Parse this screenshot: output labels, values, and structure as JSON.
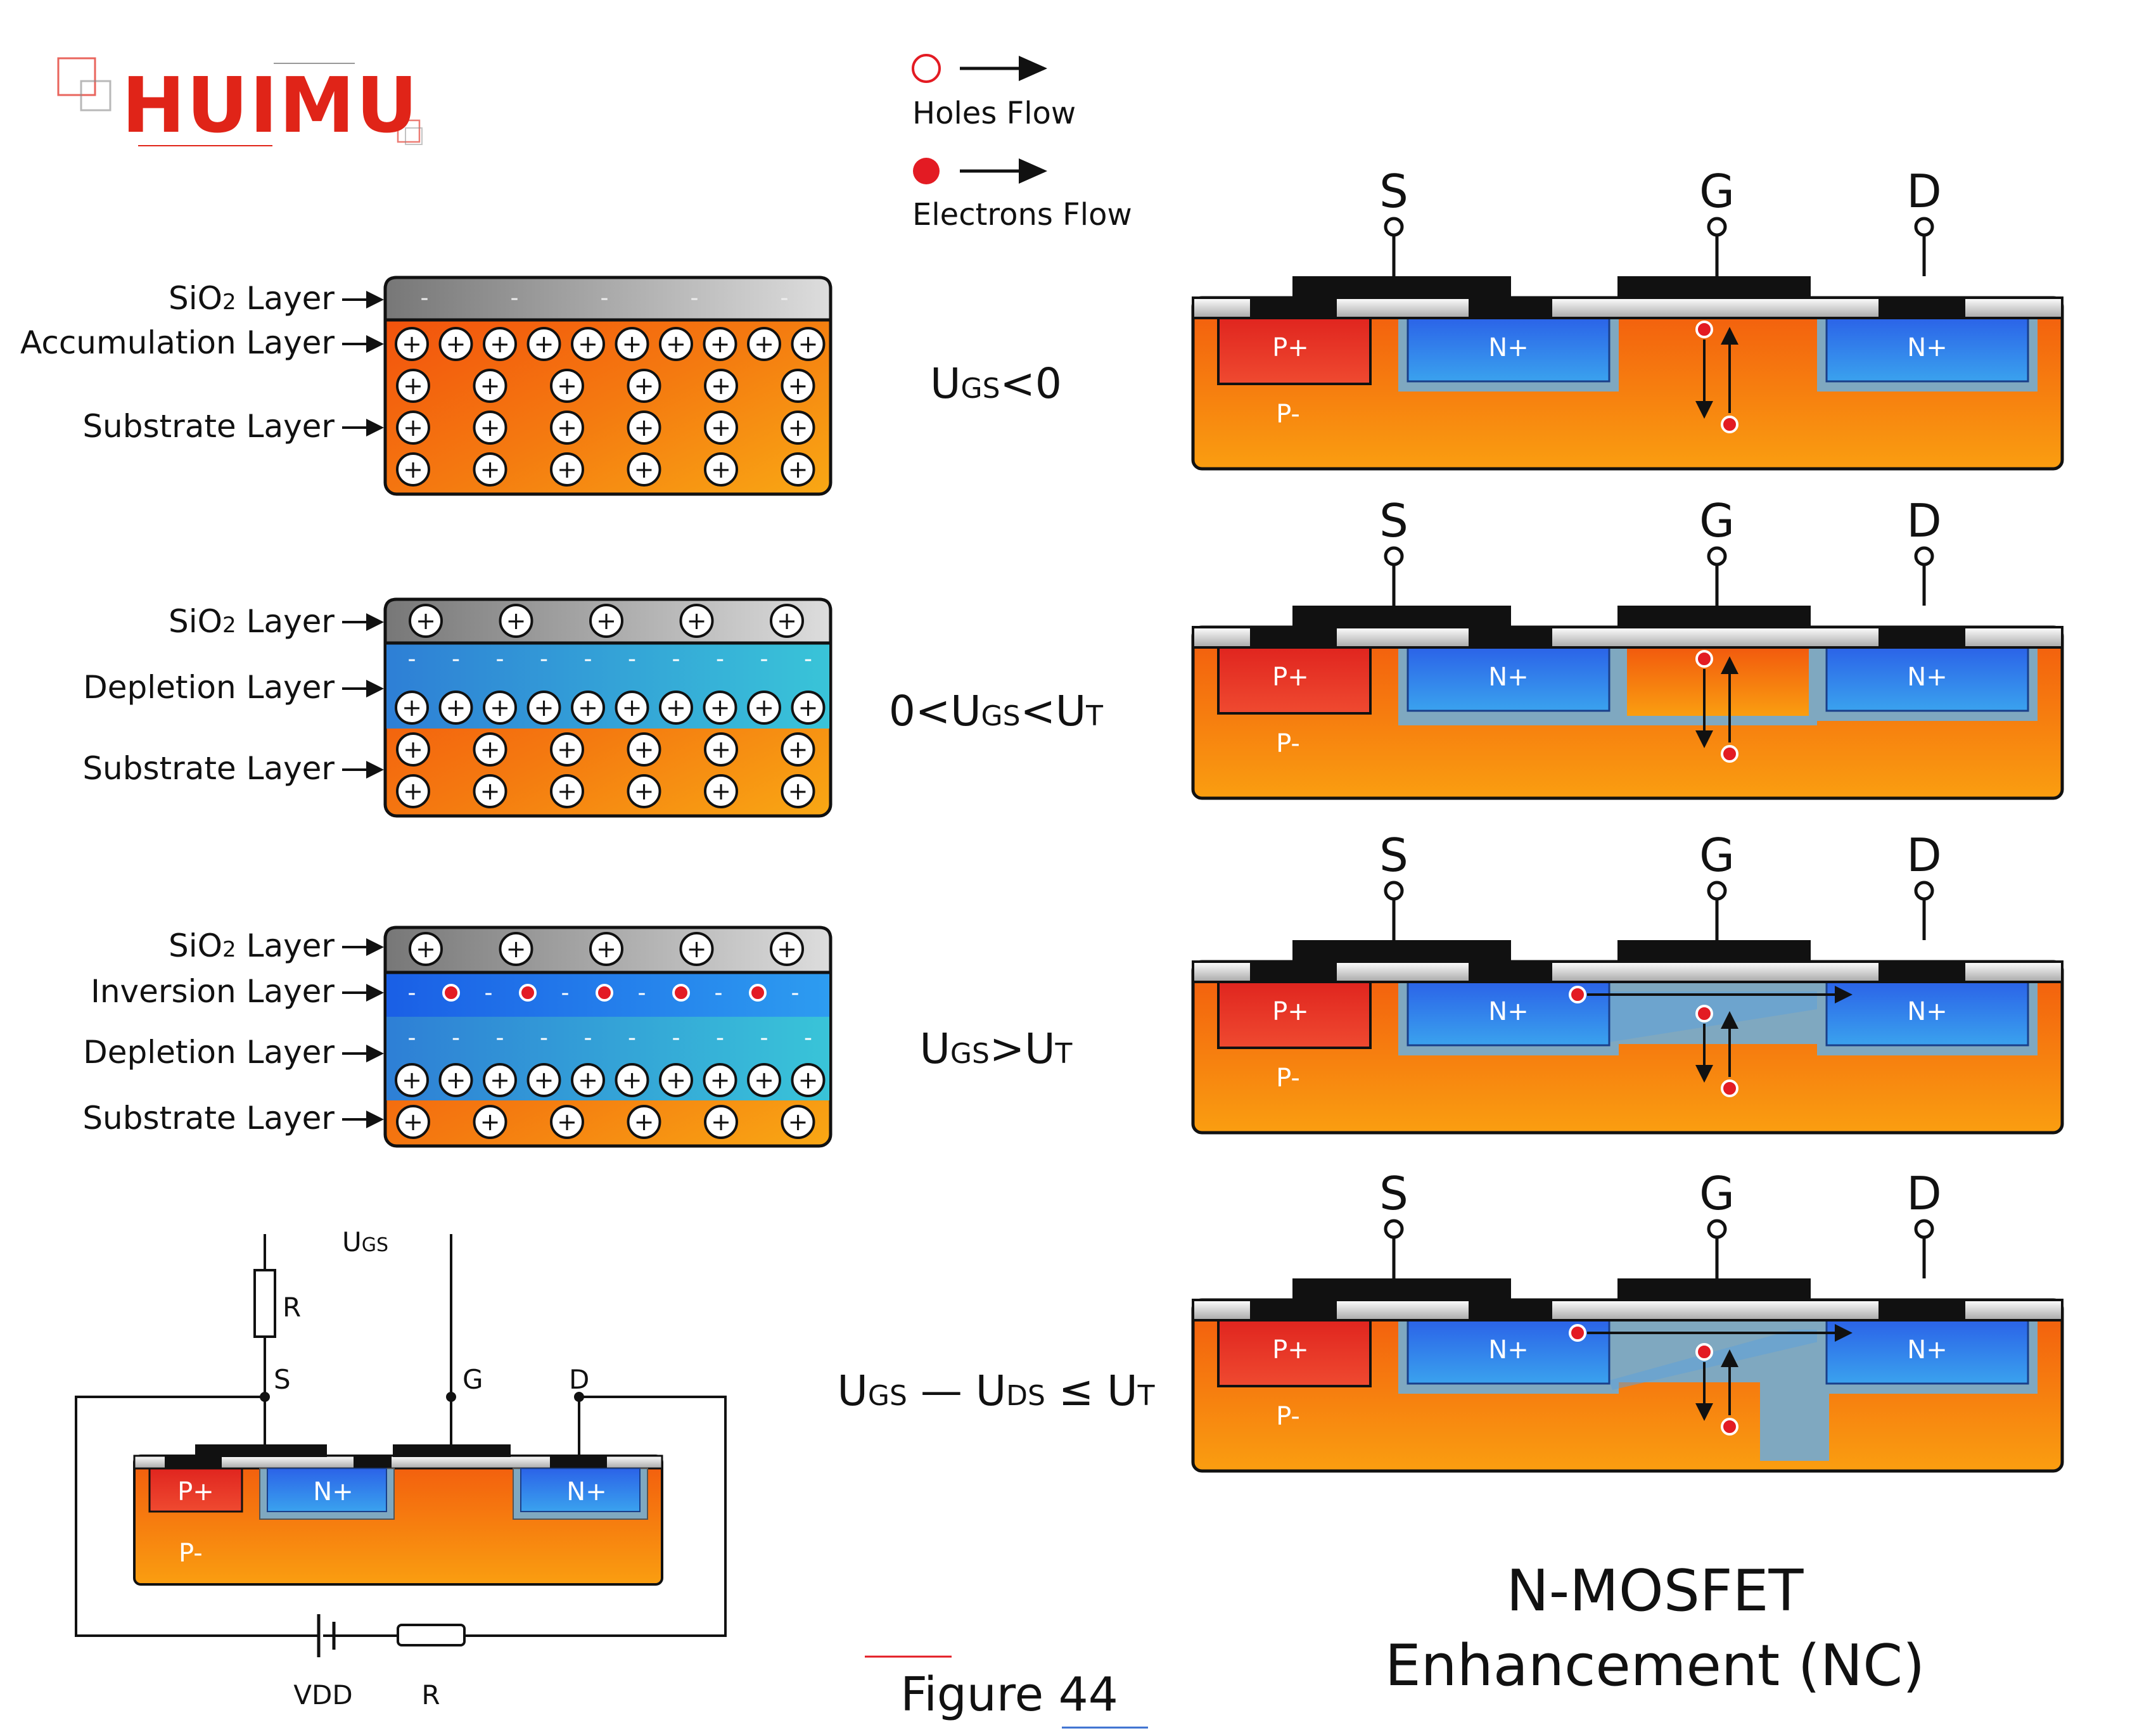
{
  "logo": {
    "text": "HUIMU",
    "color": "#e02418"
  },
  "legend": {
    "holes_label": "Holes Flow",
    "electrons_label": "Electrons Flow"
  },
  "layer_labels": {
    "sio2": "SiO",
    "sio2_sub": "2",
    "sio2_suffix": " Layer",
    "accumulation": "Accumulation Layer",
    "substrate": "Substrate Layer",
    "depletion": "Depletion Layer",
    "inversion": "Inversion Layer"
  },
  "conditions": [
    {
      "id": "c1",
      "parts": [
        "U",
        "GS",
        "<0"
      ]
    },
    {
      "id": "c2",
      "parts": [
        "0<U",
        "GS",
        "<U",
        "T"
      ]
    },
    {
      "id": "c3",
      "parts": [
        "U",
        "GS",
        ">U",
        "T"
      ]
    },
    {
      "id": "c4",
      "parts": [
        "U",
        "GS",
        " — U",
        "DS",
        " ≤ U",
        "T"
      ]
    }
  ],
  "terminals": {
    "source": "S",
    "gate": "G",
    "drain": "D"
  },
  "regions": {
    "p_plus": "P+",
    "n_plus": "N+",
    "p_minus": "P-"
  },
  "circuit": {
    "ugs": "U",
    "ugs_sub": "GS",
    "resistor": "R",
    "vdd": "VDD",
    "source": "S",
    "gate": "G",
    "drain": "D"
  },
  "charges": {
    "plus": "+",
    "minus": "-"
  },
  "figure_caption": "Figure 44",
  "device_title_line1": "N-MOSFET",
  "device_title_line2": "Enhancement (NC)",
  "colors": {
    "accent_red": "#e31b23",
    "n_region": "#1f6fe0",
    "p_plus": "#e0251f",
    "substrate_top": "#f15a10",
    "substrate_bottom": "#f7a012",
    "channel": "#7fa8c0",
    "metal": "#111111"
  }
}
